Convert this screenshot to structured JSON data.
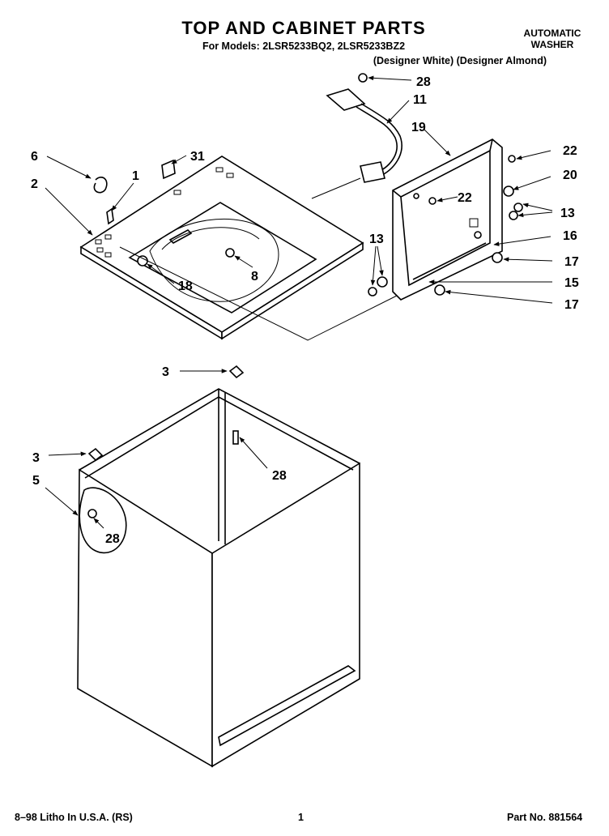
{
  "header": {
    "title": "TOP AND CABINET PARTS",
    "models": "For Models: 2LSR5233BQ2, 2LSR5233BZ2",
    "colors": "(Designer White) (Designer Almond)",
    "machine_line1": "AUTOMATIC",
    "machine_line2": "WASHER"
  },
  "callouts": {
    "c2": "2",
    "c3a": "3",
    "c3b": "3",
    "c5": "5",
    "c6": "6",
    "c1": "1",
    "c31": "31",
    "c18": "18",
    "c8": "8",
    "c28a": "28",
    "c11": "11",
    "c19": "19",
    "c22a": "22",
    "c22b": "22",
    "c20": "20",
    "c13a": "13",
    "c13b": "13",
    "c16": "16",
    "c17a": "17",
    "c15": "15",
    "c17b": "17",
    "c28b": "28",
    "c28c": "28"
  },
  "footer": {
    "left": "8–98 Litho In U.S.A. (RS)",
    "page": "1",
    "part_no": "Part No. 881564"
  }
}
